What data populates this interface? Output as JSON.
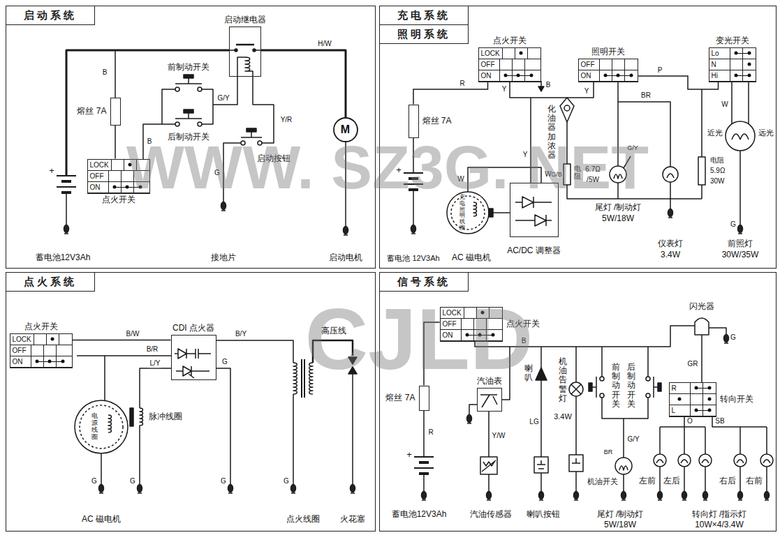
{
  "diagram": {
    "nodes": [
      {
        "text": [
          "启动系统"
        ]
      },
      {
        "text": [
          "启动继电器"
        ],
        "in": 0
      },
      {
        "text": [
          "熔丝 7A"
        ],
        "in": 0
      },
      {
        "text": [
          "LOCK",
          "OFF",
          "ON",
          "点火开关"
        ],
        "in": 0
      },
      {
        "text": [
          "M"
        ],
        "in": 0
      },
      {
        "text": [
          "充电系统",
          "照明系统"
        ]
      },
      {
        "text": [
          "点火开关",
          "LOCK",
          "OFF",
          "ON"
        ],
        "in": 5
      },
      {
        "text": [
          "照明开关",
          "OFF",
          "ON"
        ],
        "in": 5
      },
      {
        "text": [
          "变光开关",
          "Lo",
          "N",
          "Hi"
        ],
        "in": 5
      },
      {
        "text": [
          "熔丝 7A"
        ],
        "in": 5
      },
      {
        "text": [
          "AC/DC 调整器"
        ],
        "in": 5
      },
      {
        "text": [
          "点火系统"
        ]
      },
      {
        "text": [
          "点火开关",
          "LOCK",
          "OFF",
          "ON"
        ],
        "in": 11
      },
      {
        "text": [
          "CDI 点火器"
        ],
        "in": 11
      },
      {
        "text": [
          "信号系统"
        ]
      },
      {
        "text": [
          "LOCK",
          "OFF",
          "ON",
          "点火开关"
        ],
        "in": 14
      },
      {
        "text": [
          "熔丝 7A"
        ],
        "in": 14
      },
      {
        "text": [
          "汽油表"
        ],
        "in": 14
      },
      {
        "text": [
          "R",
          "L",
          "转向开关"
        ],
        "in": 14
      }
    ],
    "edges": [
      {
        "from": 2,
        "to": 3,
        "arrow": "none"
      },
      {
        "from": 9,
        "to": 6,
        "arrow": "none"
      },
      {
        "from": 7,
        "to": 8,
        "arrow": "none",
        "label": "P"
      },
      {
        "from": 12,
        "to": 13,
        "arrow": "none",
        "label": "B/W"
      },
      {
        "from": 16,
        "to": 15,
        "arrow": "none"
      }
    ],
    "labels": [
      "B",
      "B",
      "G/Y",
      "Y/R",
      "H/W",
      "前制动开关",
      "后制动开关",
      "启动按钮",
      "G",
      "+",
      "蓄电池12V3Ah",
      "接地片",
      "启动电机",
      "R",
      "Y",
      "B",
      "Y",
      "BR",
      "W",
      "近光",
      "远光",
      "化油器加浓器",
      "G/B",
      "电阻",
      "6.7Ω",
      "/5W",
      "G/Y",
      "电阻",
      "5.9Ω",
      "30W",
      "W",
      "W",
      "Y",
      "充电照明线圈",
      "G",
      "+",
      "蓄电池 12V3Ah",
      "AC 磁电机",
      "尾灯 /制动灯",
      "5W/18W",
      "仪表灯",
      "3.4W",
      "前照灯",
      "30W/35W",
      "B/Y",
      "B/R",
      "L/Y",
      "G",
      "高压线",
      "脉冲线圈",
      "电源线圈",
      "AC 磁电机",
      "点火线圈",
      "火花塞",
      "G",
      "G",
      "G",
      "G",
      "喇叭",
      "机油告警灯",
      "3.4W",
      "前制动开关",
      "后制动开关",
      "闪光器",
      "B",
      "R",
      "Y/W",
      "LG",
      "G/Y",
      "BR",
      "O",
      "SB",
      "GR",
      "G",
      "左前",
      "左后",
      "右后",
      "右前",
      "+",
      "蓄电池12V3Ah",
      "汽油传感器",
      "喇叭按钮",
      "机油开关",
      "尾灯 /制动灯",
      "5W/18W",
      "转向灯 /指示灯",
      "10W×4/3.4W",
      "WWW. SZ3G. NET",
      "CJLD"
    ]
  }
}
